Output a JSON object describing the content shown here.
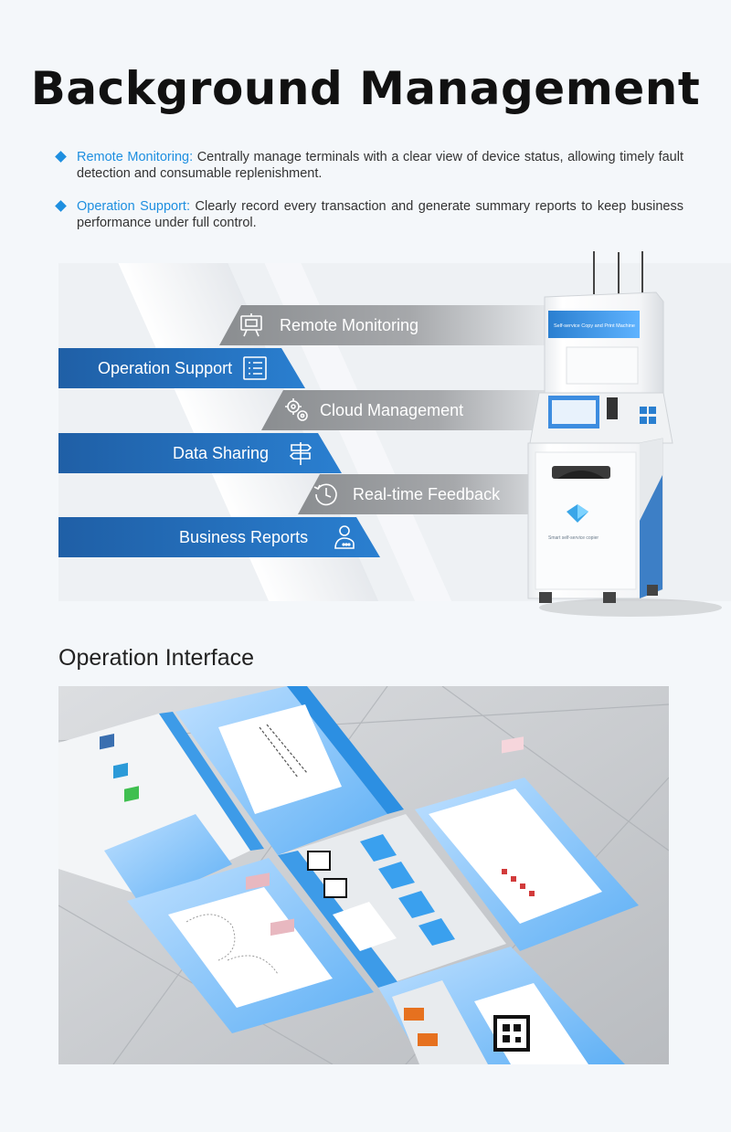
{
  "page": {
    "title": "Background Management",
    "section2_title": "Operation Interface"
  },
  "bullets": [
    {
      "keyword": "Remote Monitoring:",
      "text": " Centrally manage terminals with a clear view of device status, allowing timely fault detection and consumable replenishment."
    },
    {
      "keyword": "Operation Support:",
      "text": " Clearly record every transaction and generate summary reports to keep business performance under full control."
    }
  ],
  "features": [
    {
      "label": "Remote Monitoring",
      "icon": "monitor-easel-icon",
      "style": "gray"
    },
    {
      "label": "Operation Support",
      "icon": "list-icon",
      "style": "blue"
    },
    {
      "label": "Cloud Management",
      "icon": "gears-icon",
      "style": "gray"
    },
    {
      "label": "Data Sharing",
      "icon": "signpost-icon",
      "style": "blue"
    },
    {
      "label": "Real-time Feedback",
      "icon": "clock-icon",
      "style": "gray"
    },
    {
      "label": "Business Reports",
      "icon": "user-chat-icon",
      "style": "blue"
    }
  ],
  "kiosk": {
    "header_text": "Self-service Copy and Print Machine",
    "body_text": "Smart self-service copier"
  },
  "colors": {
    "accent": "#1e8fe0",
    "band_blue": "#1f5fa6",
    "band_gray": "#8a8d90"
  }
}
